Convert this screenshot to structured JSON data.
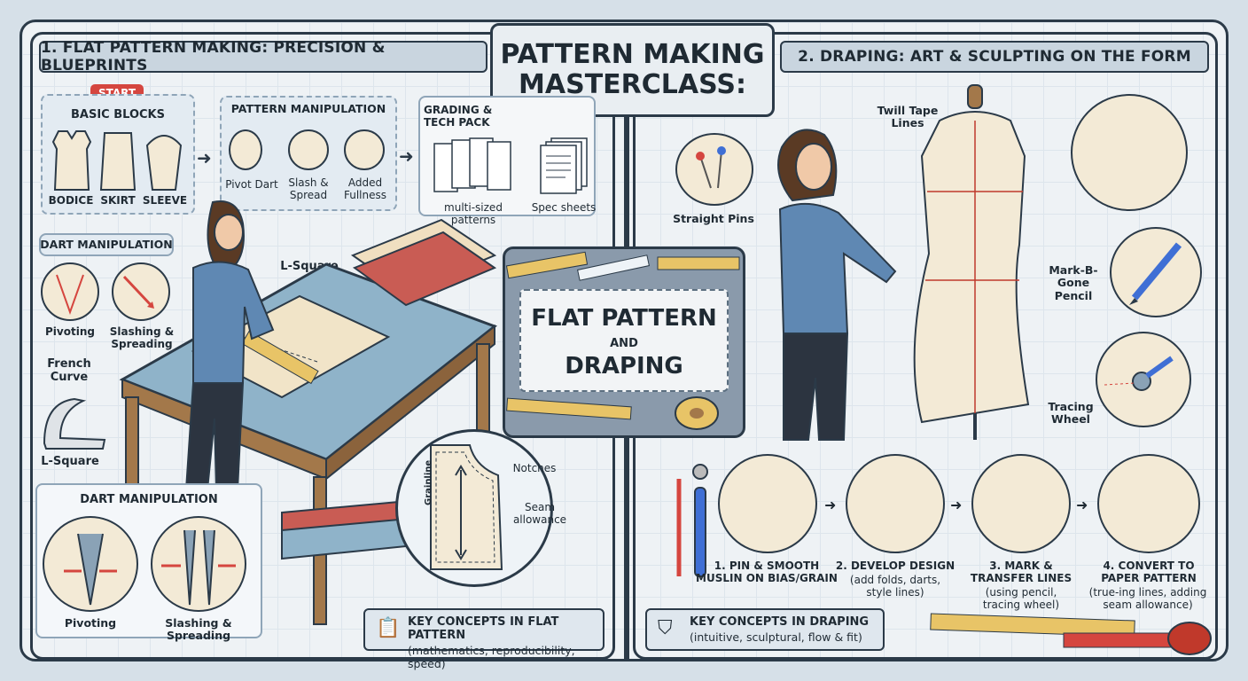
{
  "title": "PATTERN MAKING\nMASTERCLASS:",
  "left": {
    "header": "1. FLAT PATTERN MAKING: PRECISION & BLUEPRINTS",
    "start_badge": "START",
    "basic_blocks": {
      "title": "BASIC BLOCKS",
      "items": [
        "BODICE",
        "SKIRT",
        "SLEEVE"
      ]
    },
    "pattern_manipulation": {
      "title": "PATTERN MANIPULATION",
      "items": [
        "Pivot Dart",
        "Slash &\nSpread",
        "Added\nFullness"
      ]
    },
    "grading": {
      "title": "GRADING &\nTECH PACK",
      "items": [
        "multi-sized patterns",
        "Spec sheets"
      ]
    },
    "dart_manipulation_top": {
      "title": "DART MANIPULATION",
      "items": [
        "Pivoting",
        "Slashing &\nSpreading"
      ]
    },
    "tools": {
      "l_square_top": "L-Square",
      "french_curve": "French\nCurve",
      "l_square_bottom": "L-Square"
    },
    "dart_manipulation_bottom": {
      "title": "DART MANIPULATION",
      "items": [
        "Pivoting",
        "Slashing & Spreading"
      ]
    },
    "pattern_piece": {
      "grainline": "Grainline",
      "notches": "Notches",
      "seam": "Seam\nallowance"
    },
    "key": {
      "title": "KEY CONCEPTS IN FLAT PATTERN",
      "subtitle": "(mathematics, reproducibility, speed)"
    }
  },
  "center": {
    "line1": "FLAT PATTERN",
    "line2": "AND",
    "line3": "DRAPING"
  },
  "right": {
    "header": "2. DRAPING: ART & SCULPTING ON THE FORM",
    "straight_pins": "Straight Pins",
    "twill_tape": "Twill Tape\nLines",
    "mark_b_gone": "Mark-B-\nGone\nPencil",
    "tracing_wheel": "Tracing\nWheel",
    "steps": [
      {
        "title": "1. PIN & SMOOTH\nMUSLIN ON BIAS/GRAIN",
        "sub": ""
      },
      {
        "title": "2. DEVELOP DESIGN",
        "sub": "(add folds, darts,\nstyle lines)"
      },
      {
        "title": "3. MARK &\nTRANSFER LINES",
        "sub": "(using pencil,\ntracing wheel)"
      },
      {
        "title": "4. CONVERT TO\nPAPER PATTERN",
        "sub": "(true-ing lines, adding\nseam allowance)"
      }
    ],
    "key": {
      "title": "KEY CONCEPTS IN DRAPING",
      "subtitle": "(intuitive, sculptural, flow & fit)"
    }
  },
  "colors": {
    "frame": "#2b3a48",
    "accent_red": "#d5463f",
    "muslin": "#f3ead6",
    "panel_blue": "#c9d5df",
    "mat_blue": "#8fb3c9",
    "shirt_blue": "#5f88b3"
  }
}
